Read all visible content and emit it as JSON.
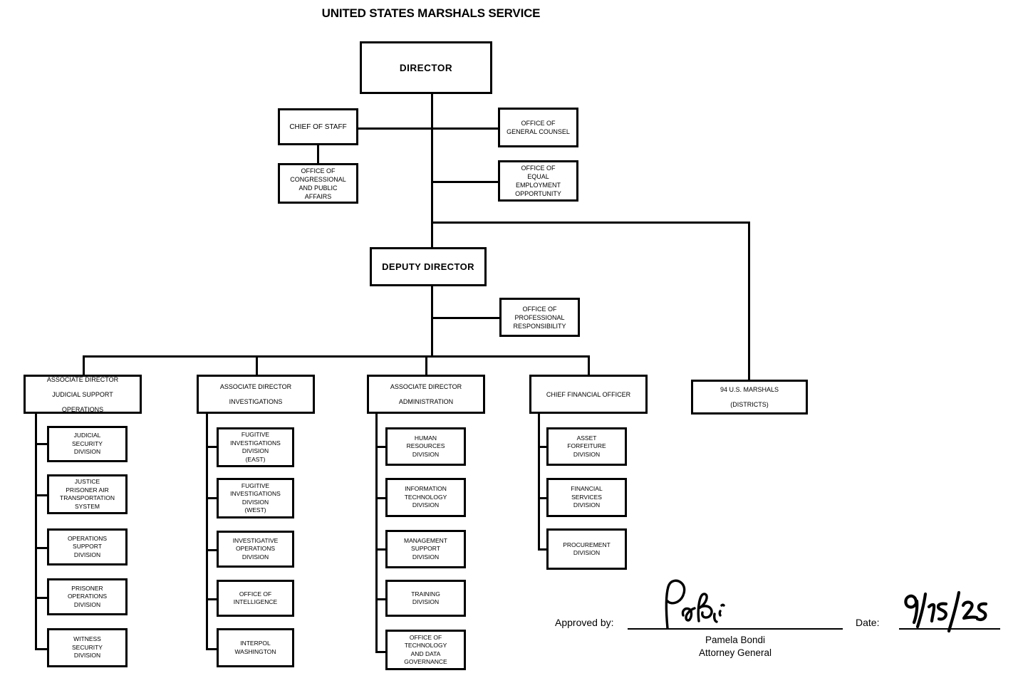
{
  "title": "UNITED STATES MARSHALS SERVICE",
  "top": {
    "director": "DIRECTOR",
    "chief_of_staff": "CHIEF OF STAFF",
    "office_congressional": [
      "OFFICE OF",
      "CONGRESSIONAL",
      "AND PUBLIC",
      "AFFAIRS"
    ],
    "office_general_counsel": [
      "OFFICE OF",
      "GENERAL COUNSEL"
    ],
    "office_eeo": [
      "OFFICE OF",
      "EQUAL",
      "EMPLOYMENT",
      "OPPORTUNITY"
    ],
    "deputy_director": "DEPUTY DIRECTOR",
    "office_professional_responsibility": [
      "OFFICE OF",
      "PROFESSIONAL",
      "RESPONSIBILITY"
    ]
  },
  "columns": [
    {
      "head": [
        "ASSOCIATE DIRECTOR",
        "JUDICIAL SUPPORT OPERATIONS"
      ],
      "head_lines": [
        "ASSOCIATE DIRECTOR",
        "JUDICIAL SUPPORT",
        "OPERATIONS"
      ],
      "children": [
        [
          "JUDICIAL",
          "SECURITY",
          "DIVISION"
        ],
        [
          "JUSTICE",
          "PRISONER AIR",
          "TRANSPORTATION",
          "SYSTEM"
        ],
        [
          "OPERATIONS",
          "SUPPORT",
          "DIVISION"
        ],
        [
          "PRISONER",
          "OPERATIONS",
          "DIVISION"
        ],
        [
          "WITNESS",
          "SECURITY",
          "DIVISION"
        ]
      ]
    },
    {
      "head": [
        "ASSOCIATE DIRECTOR",
        "INVESTIGATIONS"
      ],
      "head_lines": [
        "ASSOCIATE DIRECTOR",
        "INVESTIGATIONS"
      ],
      "children": [
        [
          "FUGITIVE",
          "INVESTIGATIONS",
          "DIVISION",
          "(EAST)"
        ],
        [
          "FUGITIVE",
          "INVESTIGATIONS",
          "DIVISION",
          "(WEST)"
        ],
        [
          "INVESTIGATIVE",
          "OPERATIONS",
          "DIVISION"
        ],
        [
          "OFFICE OF",
          "INTELLIGENCE"
        ],
        [
          "INTERPOL",
          "WASHINGTON"
        ]
      ]
    },
    {
      "head": [
        "ASSOCIATE DIRECTOR",
        "ADMINISTRATION"
      ],
      "head_lines": [
        "ASSOCIATE DIRECTOR",
        "ADMINISTRATION"
      ],
      "children": [
        [
          "HUMAN",
          "RESOURCES",
          "DIVISION"
        ],
        [
          "INFORMATION",
          "TECHNOLOGY",
          "DIVISION"
        ],
        [
          "MANAGEMENT",
          "SUPPORT",
          "DIVISION"
        ],
        [
          "TRAINING",
          "DIVISION"
        ],
        [
          "OFFICE OF",
          "TECHNOLOGY",
          "AND DATA",
          "GOVERNANCE"
        ]
      ]
    },
    {
      "head": [
        "CHIEF FINANCIAL OFFICER"
      ],
      "head_lines": [
        "CHIEF FINANCIAL OFFICER"
      ],
      "children": [
        [
          "ASSET",
          "FORFEITURE",
          "DIVISION"
        ],
        [
          "FINANCIAL",
          "SERVICES",
          "DIVISION"
        ],
        [
          "PROCUREMENT",
          "DIVISION"
        ]
      ]
    }
  ],
  "districts": {
    "head_lines": [
      "94 U.S. MARSHALS",
      "(DISTRICTS)"
    ]
  },
  "approval": {
    "approved_by_label": "Approved by:",
    "signature_name": "Pamela Bondi",
    "signature_title": "Attorney General",
    "date_label": "Date:",
    "date_value": "9/15/25"
  },
  "colors": {
    "ink": "#000000",
    "background": "#ffffff"
  }
}
